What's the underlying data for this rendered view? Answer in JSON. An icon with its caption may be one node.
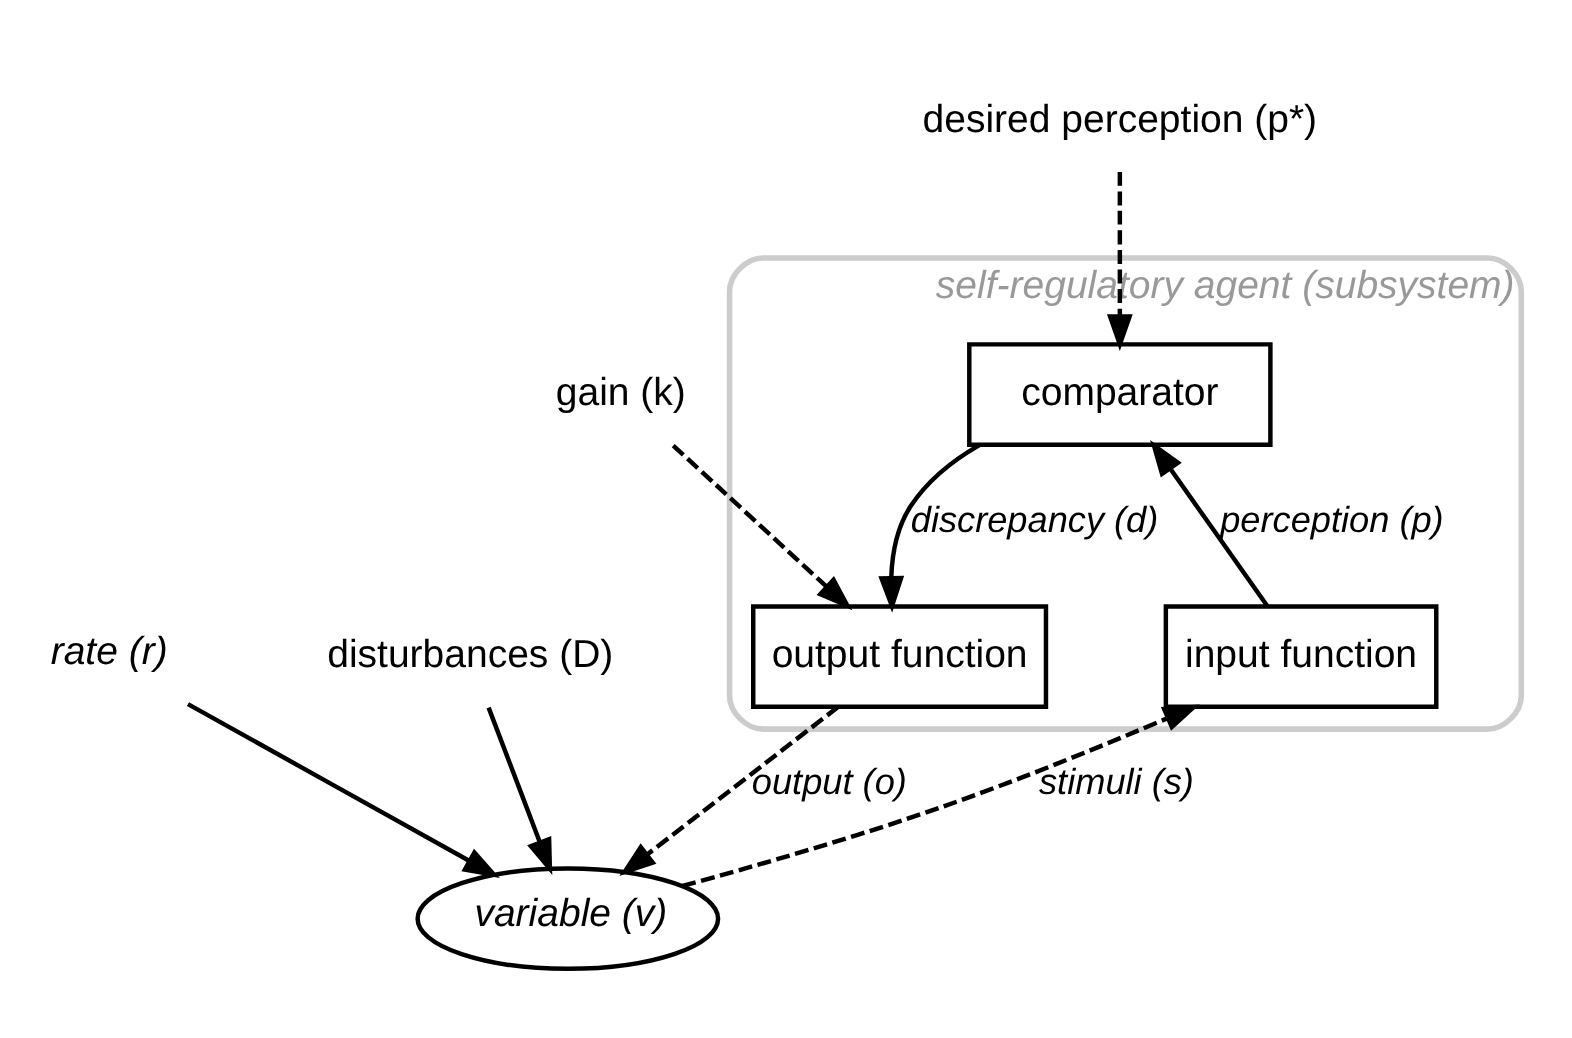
{
  "diagram": {
    "nodes": [
      {
        "text": [
          "self-regulatory agent (subsystem)"
        ]
      },
      {
        "text": [
          "desired perception (p*)"
        ]
      },
      {
        "text": [
          "comparator"
        ],
        "in": 0
      },
      {
        "text": [
          "input function"
        ],
        "in": 0
      },
      {
        "text": [
          "output function"
        ],
        "in": 0
      },
      {
        "text": [
          "gain (k)"
        ]
      },
      {
        "text": [
          "rate (r)"
        ]
      },
      {
        "text": [
          "variable (v)"
        ]
      },
      {
        "text": [
          "disturbances (D)"
        ]
      }
    ],
    "edges": [
      {
        "from": 1,
        "to": 2,
        "arrow": "to",
        "style": "dashed"
      },
      {
        "from": 3,
        "to": 2,
        "arrow": "to",
        "label": "perception (p)"
      },
      {
        "from": 2,
        "to": 4,
        "arrow": "to",
        "label": "discrepancy (d)"
      },
      {
        "from": 5,
        "to": 4,
        "arrow": "to",
        "style": "dashed"
      },
      {
        "from": 4,
        "to": 7,
        "arrow": "to",
        "style": "dashed",
        "label": "output (o)"
      },
      {
        "from": 6,
        "to": 7,
        "arrow": "to"
      },
      {
        "from": 8,
        "to": 7,
        "arrow": "to"
      },
      {
        "from": 7,
        "to": 3,
        "arrow": "to",
        "style": "dashed",
        "label": "stimuli (s)"
      }
    ]
  }
}
